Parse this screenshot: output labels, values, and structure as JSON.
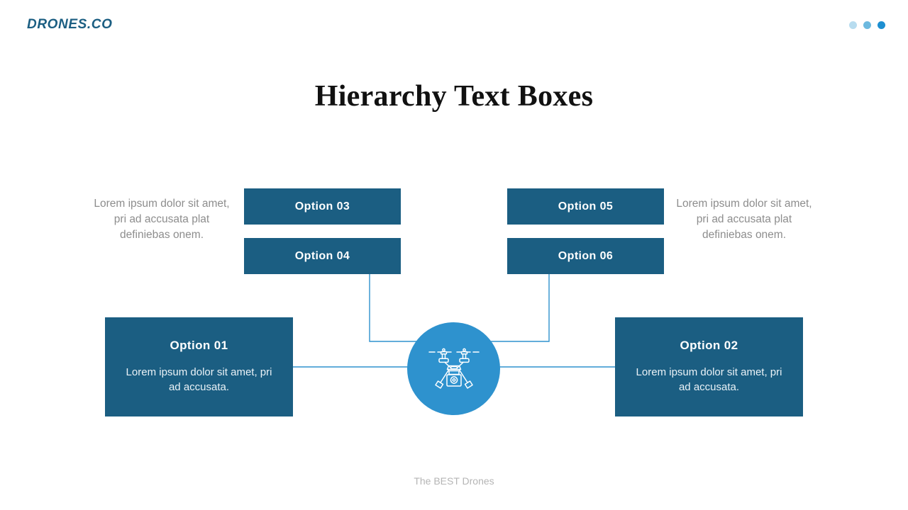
{
  "header": {
    "brand": "DRONES.CO",
    "dots": [
      {
        "name": "status-dot-1",
        "color": "#b7dcef"
      },
      {
        "name": "status-dot-2",
        "color": "#6cb9df"
      },
      {
        "name": "status-dot-3",
        "color": "#1d8fd1"
      }
    ]
  },
  "title": "Hierarchy Text Boxes",
  "side_notes": {
    "left": "Lorem ipsum dolor sit amet, pri ad accusata plat definiebas  onem.",
    "right": "Lorem ipsum dolor sit amet, pri ad accusata plat definiebas  onem."
  },
  "chips": [
    {
      "id": "option-03",
      "label": "Option  03"
    },
    {
      "id": "option-04",
      "label": "Option  04"
    },
    {
      "id": "option-05",
      "label": "Option  05"
    },
    {
      "id": "option-06",
      "label": "Option  06"
    }
  ],
  "panels": [
    {
      "id": "option-01",
      "title": "Option  01",
      "body": "Lorem ipsum dolor sit amet, pri ad accusata."
    },
    {
      "id": "option-02",
      "title": "Option  02",
      "body": "Lorem ipsum dolor sit amet, pri ad accusata."
    }
  ],
  "center_icon": "drone-icon",
  "footer": "The BEST Drones",
  "colors": {
    "panel_blue": "#1b5e82",
    "circle_blue": "#2e92ce",
    "connector_line": "#2e92ce",
    "muted_text": "#8d8d8d",
    "footer_text": "#b5b5b5",
    "title_text": "#111111"
  }
}
